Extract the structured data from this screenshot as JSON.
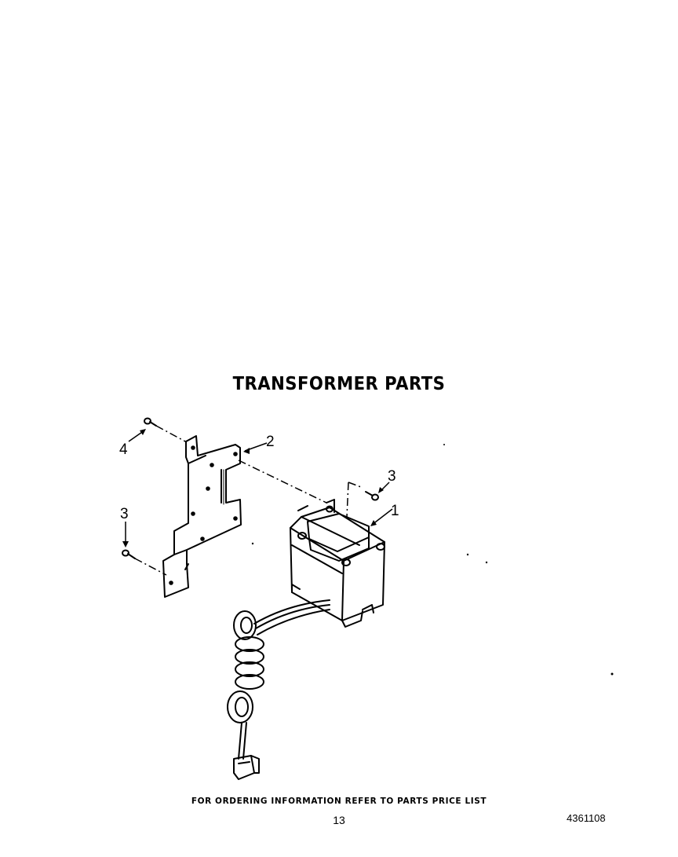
{
  "diagram": {
    "title": "TRANSFORMER PARTS",
    "callouts": {
      "transformer": "1",
      "bracket": "2",
      "screw_upper_right": "3",
      "screw_lower_left": "3",
      "screw_upper_left": "4"
    }
  },
  "footer": {
    "note": "FOR ORDERING INFORMATION REFER TO PARTS PRICE LIST",
    "page_number": "13",
    "document_number": "4361108"
  }
}
